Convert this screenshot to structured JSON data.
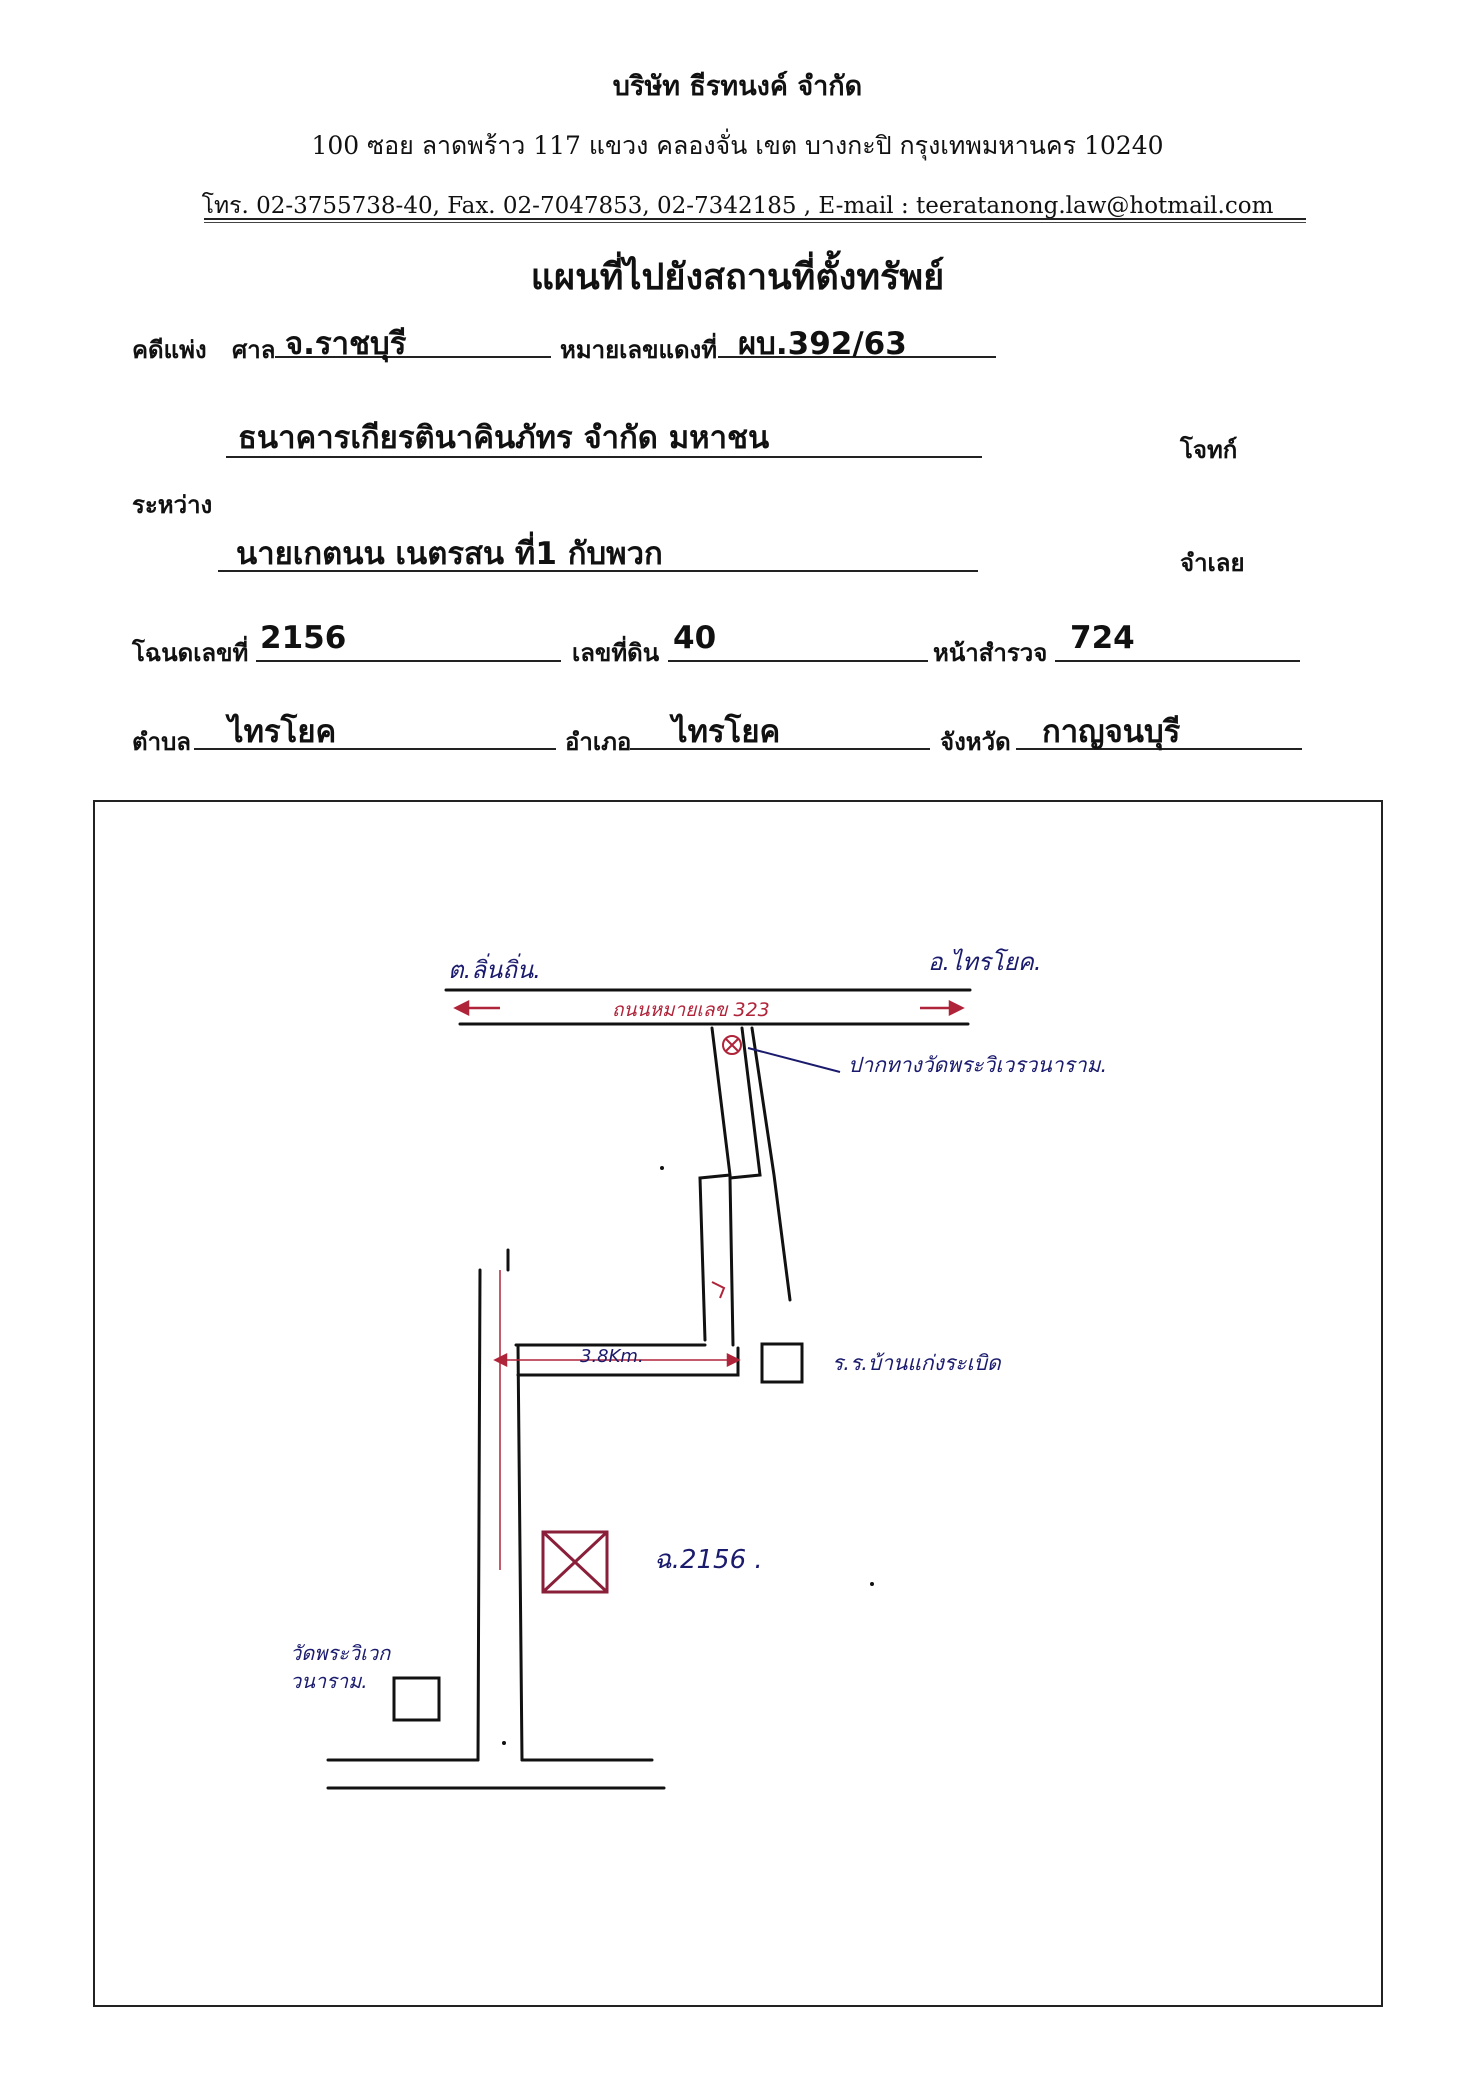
{
  "header": {
    "company": "บริษัท ธีรทนงค์ จำกัด",
    "address": "100  ซอย ลาดพร้าว 117   แขวง คลองจั่น   เขต บางกะปิ  กรุงเทพมหานคร  10240",
    "contact": "โทร. 02-3755738-40, Fax.  02-7047853, 02-7342185 , E-mail : teeratanong.law@hotmail.com"
  },
  "title": "แผนที่ไปยังสถานที่ตั้งทรัพย์",
  "case": {
    "civil_label": "คดีแพ่ง",
    "court_label": "ศาล",
    "court_value": "จ.ราชบุรี",
    "red_no_label": "หมายเลขแดงที่",
    "red_no_value": "ผบ.392/63",
    "plaintiff_value": "ธนาคารเกียรตินาคินภัทร จำกัด มหาชน",
    "plaintiff_label": "โจทก์",
    "between_label": "ระหว่าง",
    "defendant_value": "นายเกตนน เนตรสน ที่1 กับพวก",
    "defendant_label": "จำเลย"
  },
  "deed": {
    "deed_no_label": "โฉนดเลขที่",
    "deed_no_value": "2156",
    "land_no_label": "เลขที่ดิน",
    "land_no_value": "40",
    "survey_page_label": "หน้าสำรวจ",
    "survey_page_value": "724",
    "subdistrict_label": "ตำบล",
    "subdistrict_value": "ไทรโยค",
    "district_label": "อำเภอ",
    "district_value": "ไทรโยค",
    "province_label": "จังหวัด",
    "province_value": "กาญจนบุรี"
  },
  "map": {
    "left_direction": "ต.ลิ่นถิ่น.",
    "right_direction": "อ.ไทรโยค.",
    "highway": "ถนนหมายเลข 323",
    "temple_entrance": "ปากทางวัดพระวิเวรวนาราม.",
    "school": "ร.ร.บ้านแก่งระเบิด",
    "distance": "3.8Km.",
    "property": "ฉ.2156 .",
    "temple_bottom_line1": "วัดพระวิเวก",
    "temple_bottom_line2": "วนาราม.",
    "colors": {
      "ink": "#1b1b6e",
      "road": "#111111",
      "marker": "#b0243a"
    }
  }
}
